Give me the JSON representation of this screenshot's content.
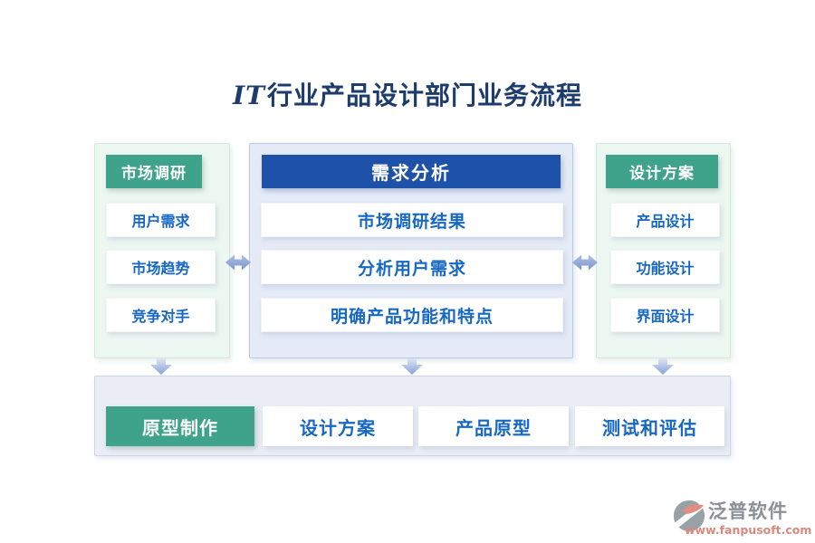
{
  "title": {
    "prefix": "IT",
    "rest": "行业产品设计部门业务流程"
  },
  "columns": [
    {
      "id": "market-research",
      "header": "市场调研",
      "theme": "green",
      "items": [
        "用户需求",
        "市场趋势",
        "竞争对手"
      ]
    },
    {
      "id": "requirement-analysis",
      "header": "需求分析",
      "theme": "blue",
      "items": [
        "市场调研结果",
        "分析用户需求",
        "明确产品功能和特点"
      ]
    },
    {
      "id": "design-plan",
      "header": "设计方案",
      "theme": "green",
      "items": [
        "产品设计",
        "功能设计",
        "界面设计"
      ]
    }
  ],
  "bottom_row": {
    "items": [
      {
        "label": "原型制作",
        "theme": "green"
      },
      {
        "label": "设计方案",
        "theme": "white"
      },
      {
        "label": "产品原型",
        "theme": "white"
      },
      {
        "label": "测试和评估",
        "theme": "white"
      }
    ]
  },
  "footer": {
    "brand": "泛普软件",
    "website": "www.fanpusoft.com"
  },
  "colors": {
    "green": "#3fa28a",
    "header_blue": "#1e52a8",
    "item_text_blue": "#1668c4",
    "title_navy": "#1d3c6e",
    "mint_panel_bg": "#edf7f2",
    "blue_panel_bg": "#e4ebf7",
    "bottom_panel_bg": "#eaedf5",
    "arrow_blue": "#8aa3d6",
    "brand_gray": "#8b9097",
    "website_salmon": "#d9897d"
  }
}
